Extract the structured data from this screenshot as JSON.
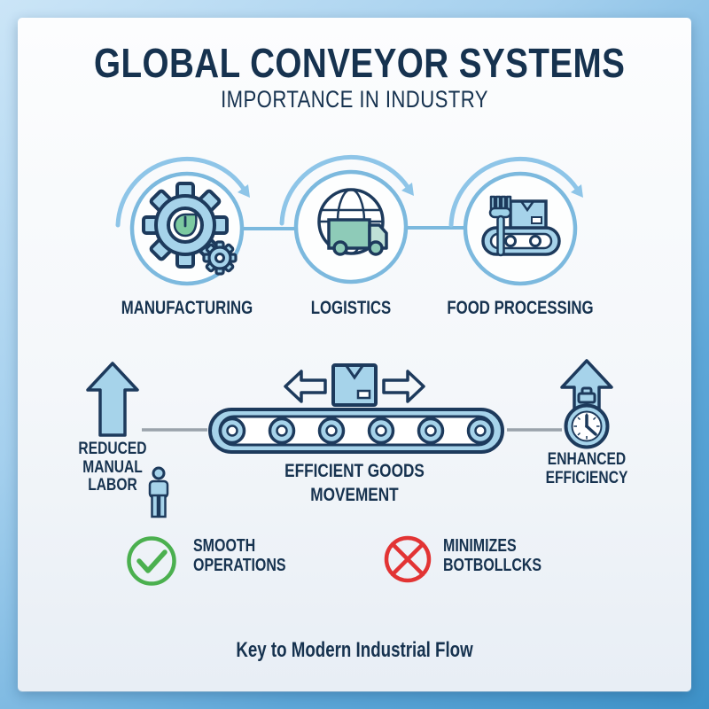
{
  "header": {
    "title": "GLOBAL CONVEYOR SYSTEMS",
    "subtitle": "IMPORTANCE IN INDUSTRY"
  },
  "industries": [
    {
      "label": "MANUFACTURING",
      "icon": "gear-icon"
    },
    {
      "label": "LOGISTICS",
      "icon": "globe-truck-icon"
    },
    {
      "label": "FOOD PROCESSING",
      "icon": "fork-conveyor-icon"
    }
  ],
  "benefits": {
    "reduced_labor": {
      "lines": [
        "REDUCED",
        "MANUAL",
        "LABOR"
      ],
      "icons": [
        "up-arrow-icon",
        "person-icon"
      ]
    },
    "goods_movement": {
      "lines": [
        "EFFICIENT GOODS",
        "MOVEMENT"
      ],
      "icons": [
        "box-icon",
        "left-arrow-icon",
        "right-arrow-icon",
        "conveyor-belt-icon"
      ]
    },
    "enhanced_efficiency": {
      "lines": [
        "ENHANCED",
        "EFFICIENCY"
      ],
      "icons": [
        "up-arrow-icon",
        "stopwatch-icon"
      ]
    }
  },
  "outcomes": {
    "positive": {
      "lines": [
        "SMOOTH",
        "OPERATIONS"
      ],
      "icon": "check-circle-icon"
    },
    "negative": {
      "lines": [
        "MINIMIZES",
        "BOTBOLLCKS"
      ],
      "icon": "cross-circle-icon"
    }
  },
  "footer": {
    "tagline": "Key to Modern Industrial Flow"
  },
  "colors": {
    "navy_outline": "#1d3a5c",
    "text_navy": "#16324f",
    "icon_light_blue": "#a6d3ea",
    "fork_blue": "#9fd2e8",
    "truck_teal": "#8ecbb8",
    "gauge_green": "#7cc9a0",
    "circle_ring_blue": "#7cb9de",
    "arc_blue": "#8ec5e8",
    "connector_gray": "#9aa3ab",
    "check_green": "#4bb04f",
    "cross_red": "#e23434",
    "bg_top": "#cbe5f7",
    "bg_bottom": "#3e92c8",
    "card_bg": "#f4f7fa"
  }
}
